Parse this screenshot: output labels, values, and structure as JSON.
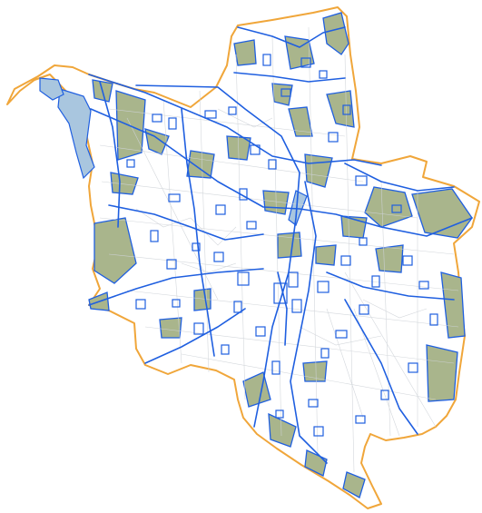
{
  "map": {
    "colors": {
      "background": "#ffffff",
      "boundary": "#f0a63a",
      "green_area": "#a9b58c",
      "water": "#a9c6df",
      "blue_line": "#1f5fe0",
      "street": "#cfd3d8"
    },
    "layers": [
      "city-boundary",
      "green-areas",
      "water-bodies",
      "street-grid",
      "blue-network"
    ]
  }
}
